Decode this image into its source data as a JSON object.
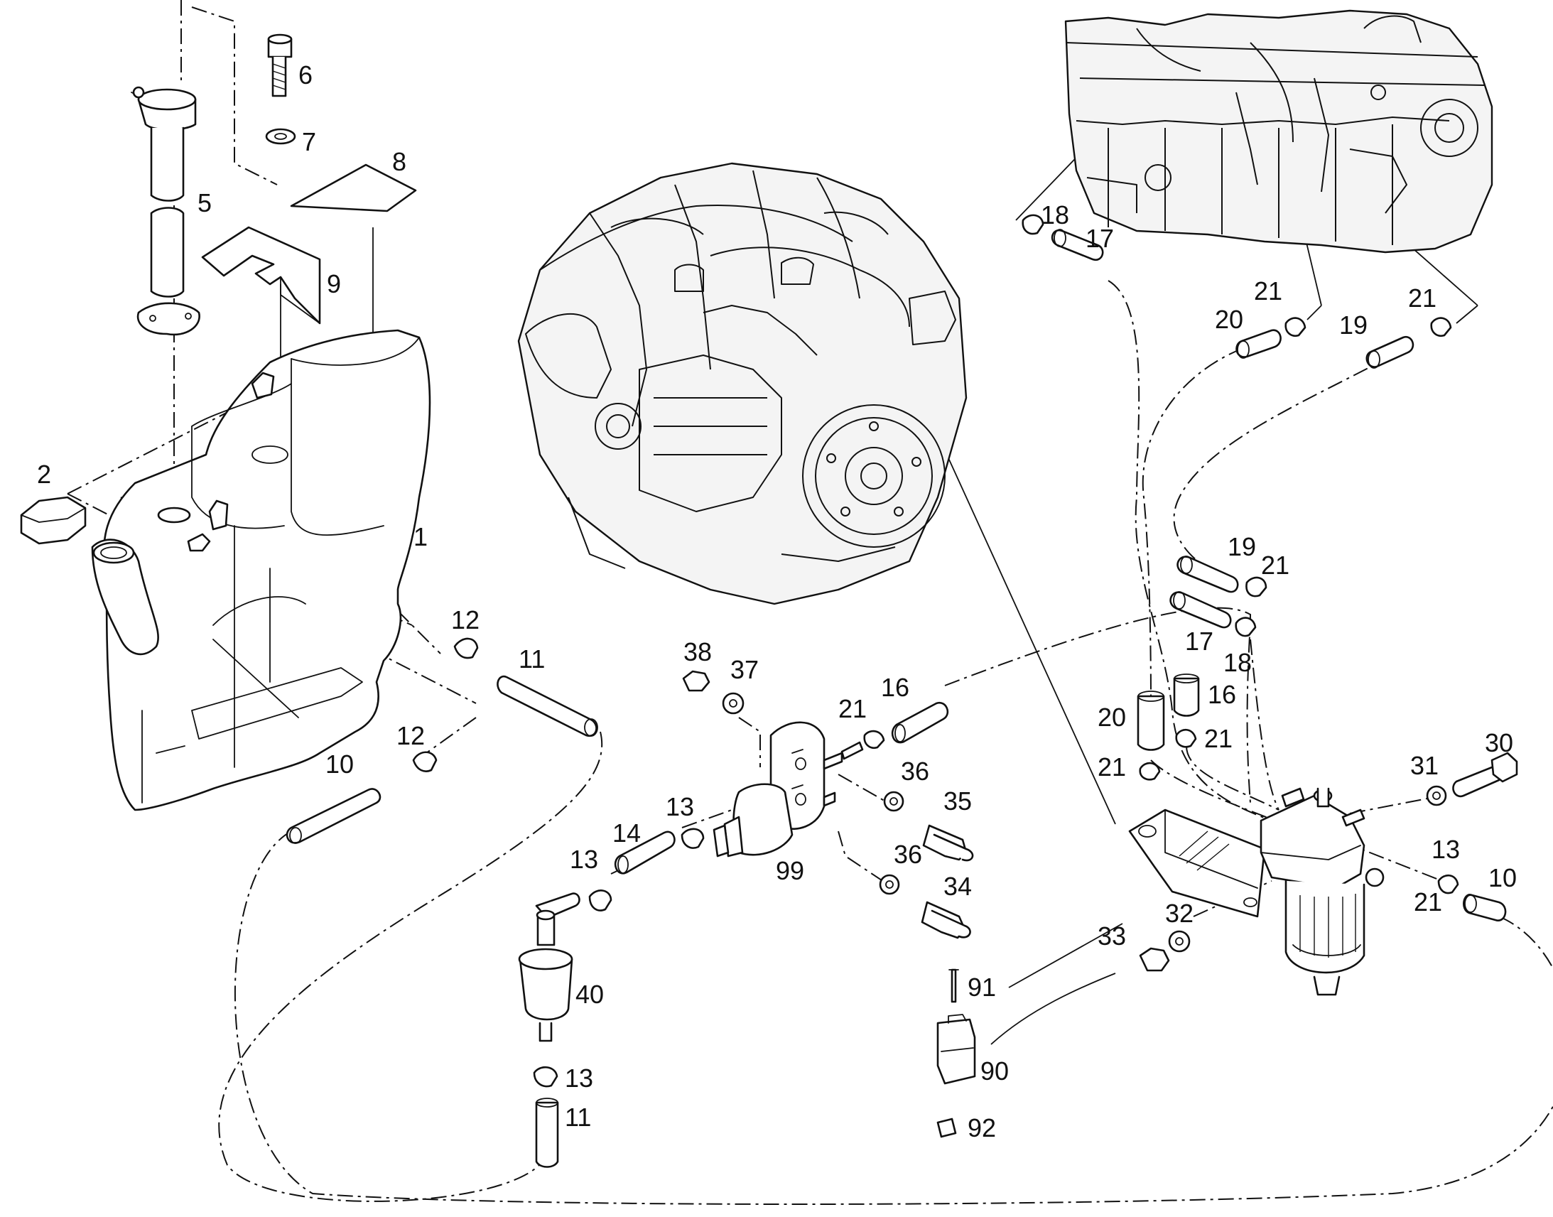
{
  "diagram": {
    "part_numbers": [
      {
        "id": "p1",
        "text": "1"
      },
      {
        "id": "p2",
        "text": "2"
      },
      {
        "id": "p5",
        "text": "5"
      },
      {
        "id": "p6",
        "text": "6"
      },
      {
        "id": "p7",
        "text": "7"
      },
      {
        "id": "p8",
        "text": "8"
      },
      {
        "id": "p9",
        "text": "9"
      },
      {
        "id": "p10a",
        "text": "10"
      },
      {
        "id": "p10b",
        "text": "10"
      },
      {
        "id": "p11a",
        "text": "11"
      },
      {
        "id": "p11b",
        "text": "11"
      },
      {
        "id": "p12a",
        "text": "12"
      },
      {
        "id": "p12b",
        "text": "12"
      },
      {
        "id": "p13a",
        "text": "13"
      },
      {
        "id": "p13b",
        "text": "13"
      },
      {
        "id": "p13c",
        "text": "13"
      },
      {
        "id": "p13d",
        "text": "13"
      },
      {
        "id": "p14",
        "text": "14"
      },
      {
        "id": "p16a",
        "text": "16"
      },
      {
        "id": "p16b",
        "text": "16"
      },
      {
        "id": "p17a",
        "text": "17"
      },
      {
        "id": "p17b",
        "text": "17"
      },
      {
        "id": "p18a",
        "text": "18"
      },
      {
        "id": "p18b",
        "text": "18"
      },
      {
        "id": "p19a",
        "text": "19"
      },
      {
        "id": "p19b",
        "text": "19"
      },
      {
        "id": "p20a",
        "text": "20"
      },
      {
        "id": "p20b",
        "text": "20"
      },
      {
        "id": "p21a",
        "text": "21"
      },
      {
        "id": "p21b",
        "text": "21"
      },
      {
        "id": "p21c",
        "text": "21"
      },
      {
        "id": "p21d",
        "text": "21"
      },
      {
        "id": "p21e",
        "text": "21"
      },
      {
        "id": "p21f",
        "text": "21"
      },
      {
        "id": "p21g",
        "text": "21"
      },
      {
        "id": "p30",
        "text": "30"
      },
      {
        "id": "p31",
        "text": "31"
      },
      {
        "id": "p32",
        "text": "32"
      },
      {
        "id": "p33",
        "text": "33"
      },
      {
        "id": "p34",
        "text": "34"
      },
      {
        "id": "p35",
        "text": "35"
      },
      {
        "id": "p36a",
        "text": "36"
      },
      {
        "id": "p36b",
        "text": "36"
      },
      {
        "id": "p37",
        "text": "37"
      },
      {
        "id": "p38",
        "text": "38"
      },
      {
        "id": "p40",
        "text": "40"
      },
      {
        "id": "p90",
        "text": "90"
      },
      {
        "id": "p91",
        "text": "91"
      },
      {
        "id": "p92",
        "text": "92"
      },
      {
        "id": "p99",
        "text": "99"
      }
    ]
  }
}
